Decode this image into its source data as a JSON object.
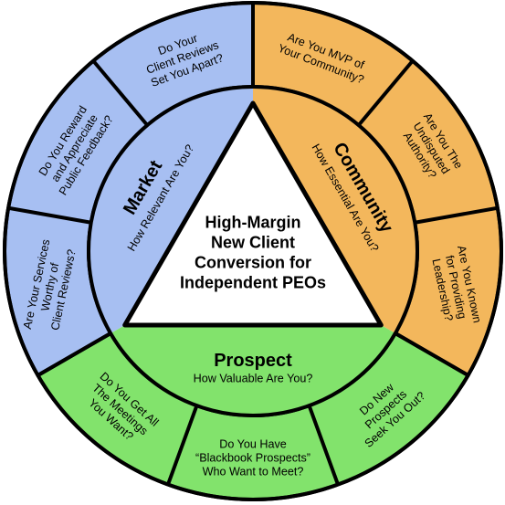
{
  "center_title": [
    "High-Margin",
    "New Client",
    "Conversion for",
    "Independent PEOs"
  ],
  "sections": {
    "market": {
      "title": "Market",
      "subtitle": "How Relevant Are You?",
      "color": "#a7bff2",
      "questions": [
        [
          "Do Your",
          "Client Reviews",
          "Set You Apart?"
        ],
        [
          "Do You Reward",
          "and Appreciate",
          "Public Feedback?"
        ],
        [
          "Are Your Services",
          "Worthy of",
          "Client Reviews?"
        ]
      ]
    },
    "community": {
      "title": "Community",
      "subtitle": "How Essential Are You?",
      "color": "#f3b75c",
      "questions": [
        [
          "Are You MVP of",
          "Your Community?"
        ],
        [
          "Are You The",
          "Undisputed",
          "Authority?"
        ],
        [
          "Are You Known",
          "for Providing",
          "Leadership?"
        ]
      ]
    },
    "prospect": {
      "title": "Prospect",
      "subtitle": "How Valuable Are You?",
      "color": "#82e36c",
      "questions": [
        [
          "Do New",
          "Prospects",
          "Seek You Out?"
        ],
        [
          "Do You Have",
          "“Blackbook Prospects”",
          "Who Want to Meet?"
        ],
        [
          "Do You Get All",
          "The Meetings",
          "You Want?"
        ]
      ]
    }
  }
}
